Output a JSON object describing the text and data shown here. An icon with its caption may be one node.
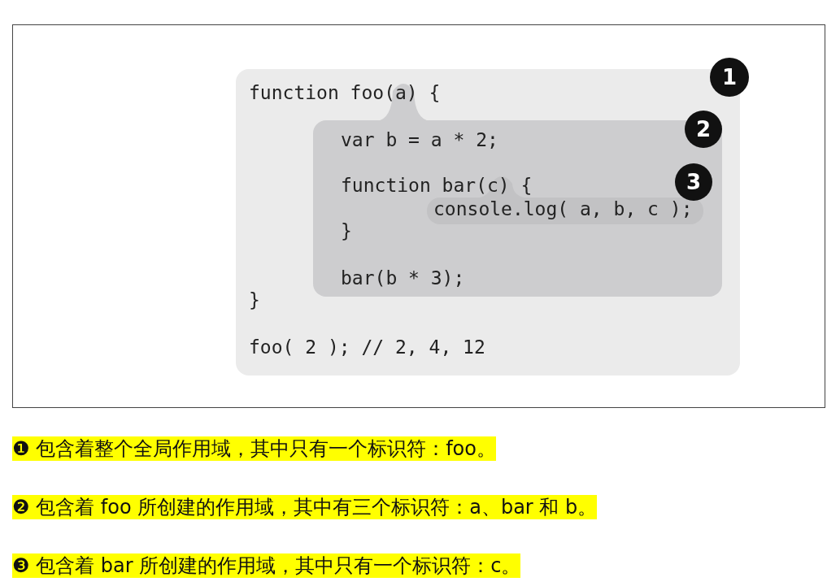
{
  "diagram": {
    "nodes": [
      {
        "text": [
          "function foo(a) {",
          "}",
          "foo( 2 ); // 2, 4, 12"
        ],
        "beside": [
          "1"
        ]
      },
      {
        "text": [
          "var b = a * 2;",
          "function bar(c) {",
          "}",
          "bar(b * 3);"
        ],
        "beside": [
          "2"
        ],
        "in": 0
      },
      {
        "text": [
          "console.log( a, b, c );"
        ],
        "beside": [
          "3"
        ],
        "in": 1
      }
    ],
    "labels": [
      "❶ 包含着整个全局作用域，其中只有一个标识符：foo。",
      "❷ 包含着 foo 所创建的作用域，其中有三个标识符：a、bar 和 b。",
      "❸ 包含着 bar 所创建的作用域，其中只有一个标识符：c。"
    ]
  }
}
